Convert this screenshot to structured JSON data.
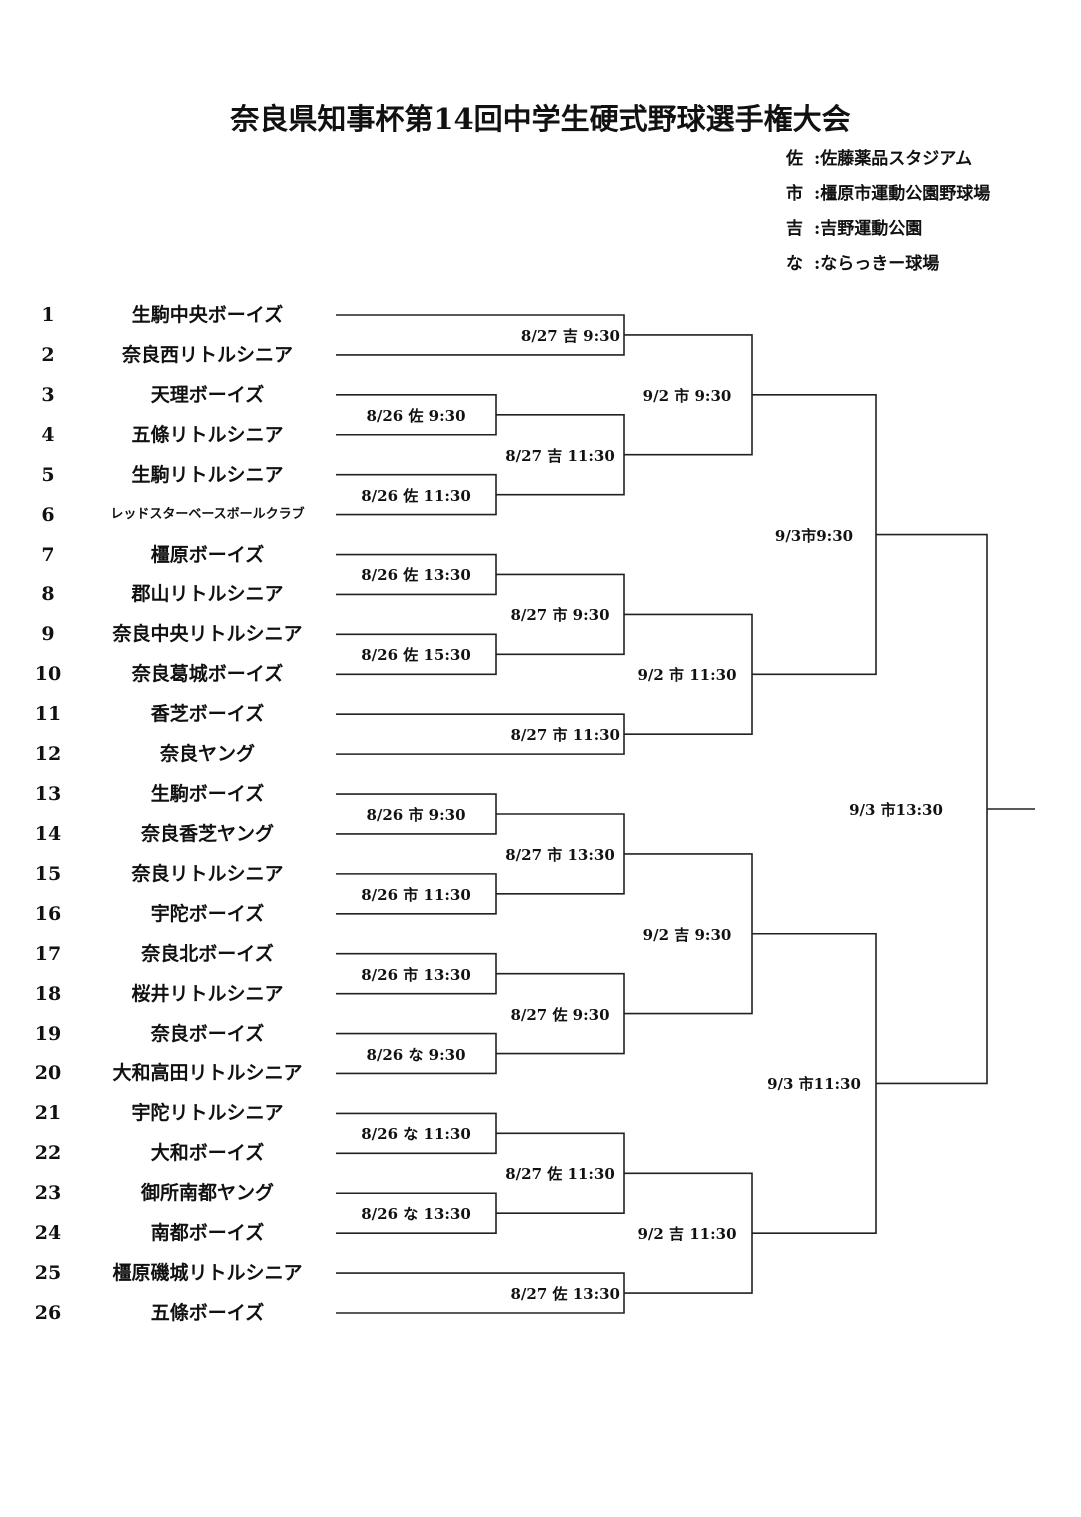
{
  "title": "奈良県知事杯第14回中学生硬式野球選手権大会",
  "venue_legend": [
    {
      "key": "佐",
      "name": "佐藤薬品スタジアム"
    },
    {
      "key": "市",
      "name": "橿原市運動公園野球場"
    },
    {
      "key": "吉",
      "name": "吉野運動公園"
    },
    {
      "key": "な",
      "name": "ならっきー球場"
    }
  ],
  "legend_separator": ":",
  "teams": [
    {
      "seed": "1",
      "name": "生駒中央ボーイズ"
    },
    {
      "seed": "2",
      "name": "奈良西リトルシニア"
    },
    {
      "seed": "3",
      "name": "天理ボーイズ"
    },
    {
      "seed": "4",
      "name": "五條リトルシニア"
    },
    {
      "seed": "5",
      "name": "生駒リトルシニア"
    },
    {
      "seed": "6",
      "name": "レッドスターベースボールクラブ"
    },
    {
      "seed": "7",
      "name": "橿原ボーイズ"
    },
    {
      "seed": "8",
      "name": "郡山リトルシニア"
    },
    {
      "seed": "9",
      "name": "奈良中央リトルシニア"
    },
    {
      "seed": "10",
      "name": "奈良葛城ボーイズ"
    },
    {
      "seed": "11",
      "name": "香芝ボーイズ"
    },
    {
      "seed": "12",
      "name": "奈良ヤング"
    },
    {
      "seed": "13",
      "name": "生駒ボーイズ"
    },
    {
      "seed": "14",
      "name": "奈良香芝ヤング"
    },
    {
      "seed": "15",
      "name": "奈良リトルシニア"
    },
    {
      "seed": "16",
      "name": "宇陀ボーイズ"
    },
    {
      "seed": "17",
      "name": "奈良北ボーイズ"
    },
    {
      "seed": "18",
      "name": "桜井リトルシニア"
    },
    {
      "seed": "19",
      "name": "奈良ボーイズ"
    },
    {
      "seed": "20",
      "name": "大和高田リトルシニア"
    },
    {
      "seed": "21",
      "name": "宇陀リトルシニア"
    },
    {
      "seed": "22",
      "name": "大和ボーイズ"
    },
    {
      "seed": "23",
      "name": "御所南都ヤング"
    },
    {
      "seed": "24",
      "name": "南都ボーイズ"
    },
    {
      "seed": "25",
      "name": "橿原磯城リトルシニア"
    },
    {
      "seed": "26",
      "name": "五條ボーイズ"
    }
  ],
  "matches": {
    "round1": [
      {
        "teams": [
          3,
          4
        ],
        "label": "8/26 佐 9:30"
      },
      {
        "teams": [
          5,
          6
        ],
        "label": "8/26 佐 11:30"
      },
      {
        "teams": [
          7,
          8
        ],
        "label": "8/26 佐 13:30"
      },
      {
        "teams": [
          9,
          10
        ],
        "label": "8/26 佐 15:30"
      },
      {
        "teams": [
          13,
          14
        ],
        "label": "8/26 市 9:30"
      },
      {
        "teams": [
          15,
          16
        ],
        "label": "8/26 市 11:30"
      },
      {
        "teams": [
          17,
          18
        ],
        "label": "8/26 市 13:30"
      },
      {
        "teams": [
          19,
          20
        ],
        "label": "8/26 な 9:30"
      },
      {
        "teams": [
          21,
          22
        ],
        "label": "8/26 な 11:30"
      },
      {
        "teams": [
          23,
          24
        ],
        "label": "8/26 な 13:30"
      }
    ],
    "round2": [
      {
        "label": "8/27 吉 9:30"
      },
      {
        "label": "8/27 吉 11:30"
      },
      {
        "label": "8/27 市 9:30"
      },
      {
        "label": "8/27 市 11:30"
      },
      {
        "label": "8/27 市 13:30"
      },
      {
        "label": "8/27 佐 9:30"
      },
      {
        "label": "8/27 佐 11:30"
      },
      {
        "label": "8/27 佐 13:30"
      }
    ],
    "round3": [
      {
        "label": "9/2 市 9:30"
      },
      {
        "label": "9/2 市 11:30"
      },
      {
        "label": "9/2 吉 9:30"
      },
      {
        "label": "9/2 吉 11:30"
      }
    ],
    "semifinal": [
      {
        "label": "9/3市9:30"
      },
      {
        "label": "9/3 市11:30"
      }
    ],
    "final": {
      "label": "9/3 市13:30"
    }
  }
}
